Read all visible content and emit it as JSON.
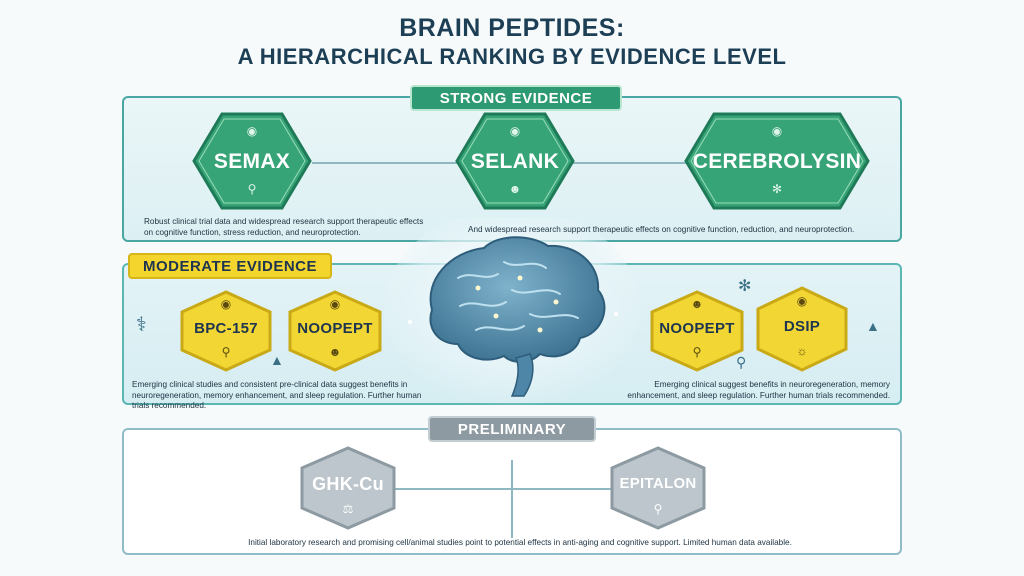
{
  "title": {
    "line1": "BRAIN PEPTIDES:",
    "line2": "A HIERARCHICAL RANKING BY EVIDENCE LEVEL"
  },
  "tiers": {
    "strong": {
      "label": "STRONG EVIDENCE",
      "peptides": [
        "SEMAX",
        "SELANK",
        "CEREBROLYSIN"
      ],
      "desc_left": "Robust clinical trial data and widespread research support therapeutic effects on cognitive function, stress reduction, and neuroprotection.",
      "desc_right": "And widespread research support therapeutic effects on cognitive function, reduction, and neuroprotection."
    },
    "moderate": {
      "label": "MODERATE EVIDENCE",
      "peptides": [
        "BPC-157",
        "NOOPEPT",
        "NOOPEPT",
        "DSIP"
      ],
      "desc_left": "Emerging clinical studies and consistent pre-clinical data suggest benefits in neuroregeneration, memory enhancement, and sleep regulation. Further human trials recommended.",
      "desc_right": "Emerging clinical suggest benefits in neuroregeneration, memory enhancement, and sleep regulation. Further human trials recommended."
    },
    "preliminary": {
      "label": "PRELIMINARY",
      "peptides": [
        "GHK-Cu",
        "EPITALON"
      ],
      "desc": "Initial laboratory research and promising cell/animal studies point to potential effects in anti-aging and cognitive support. Limited human data available."
    }
  },
  "colors": {
    "strong": "#2e9a73",
    "moderate": "#f3d52e",
    "preliminary": "#8d9aa2",
    "title": "#1d3f55"
  },
  "icons": [
    "brain-icon",
    "magnifier-icon",
    "person-icon",
    "network-icon",
    "chart-icon",
    "flask-icon",
    "lightbulb-icon",
    "doctor-icon"
  ]
}
